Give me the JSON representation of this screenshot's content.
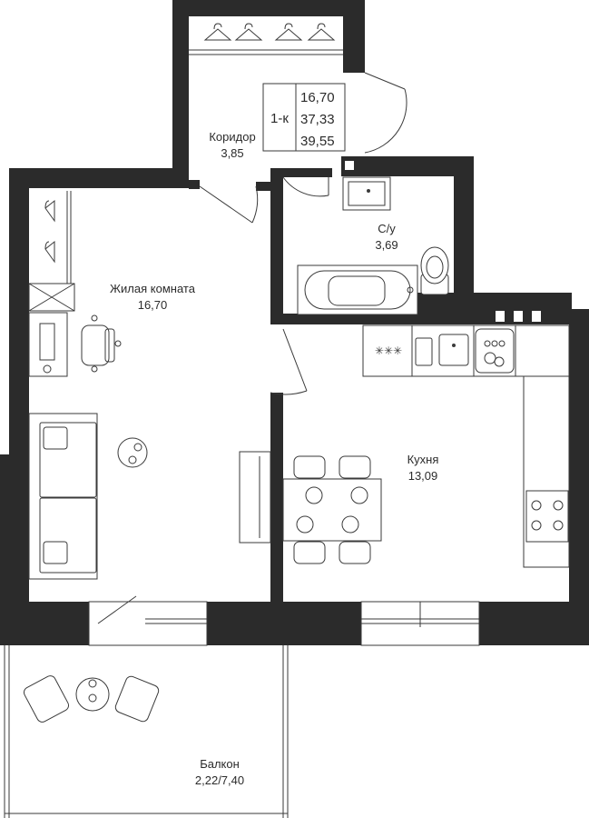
{
  "summary": {
    "type": "1-к",
    "living_area": "16,70",
    "total_area": "37,33",
    "total_area_with_balcony": "39,55"
  },
  "rooms": {
    "corridor": {
      "name": "Коридор",
      "area": "3,85"
    },
    "bathroom": {
      "name": "С/у",
      "area": "3,69"
    },
    "living_room": {
      "name": "Жилая комната",
      "area": "16,70"
    },
    "kitchen": {
      "name": "Кухня",
      "area": "13,09"
    },
    "balcony": {
      "name": "Балкон",
      "area": "2,22/7,40"
    }
  },
  "stove_glyphs": "✳✳✳"
}
